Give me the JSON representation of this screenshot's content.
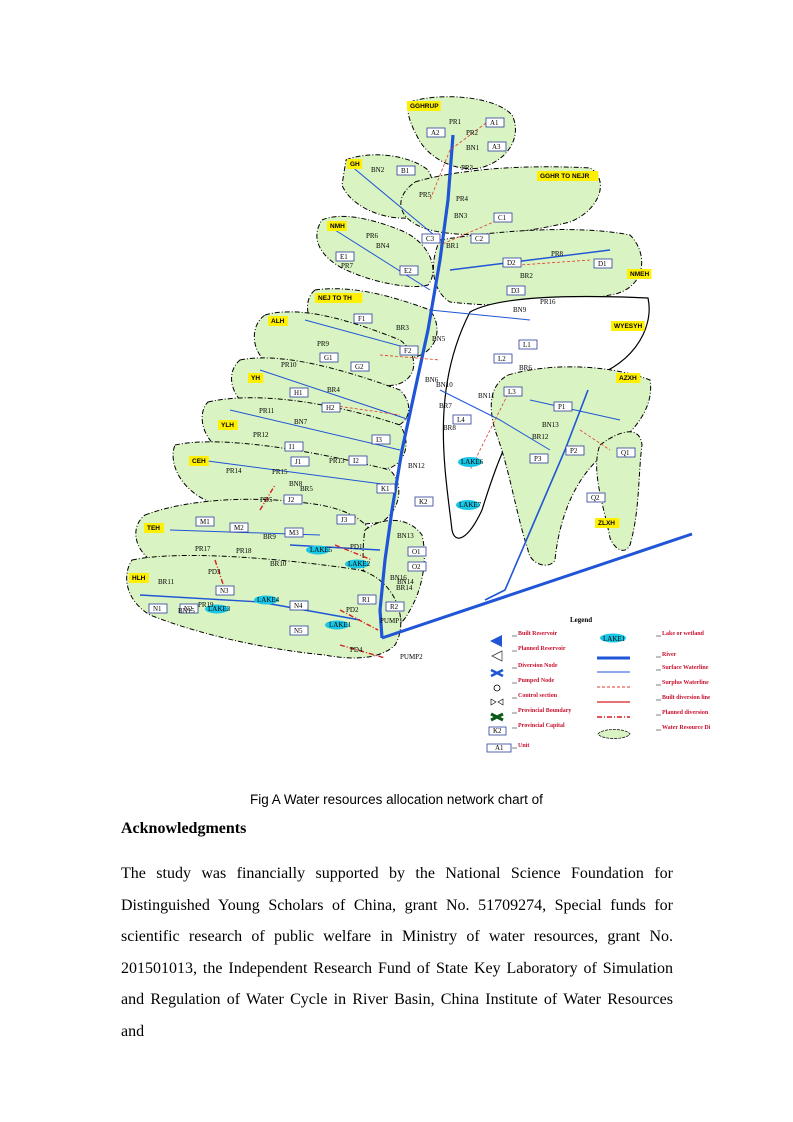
{
  "figure": {
    "regions": [
      "GGHRUP",
      "GH",
      "GGHR TO NEJR",
      "NMH",
      "NMEH",
      "NEJ TO TH",
      "ALH",
      "WYESYH",
      "YH",
      "AZXH",
      "YLH",
      "CEH",
      "TEH",
      "ZLXH",
      "HLH"
    ],
    "units": [
      "A1",
      "A2",
      "A3",
      "B1",
      "C1",
      "C2",
      "C3",
      "D1",
      "D2",
      "D3",
      "E1",
      "E2",
      "F1",
      "F2",
      "G1",
      "G2",
      "H1",
      "H2",
      "I1",
      "I2",
      "I3",
      "J1",
      "J2",
      "J3",
      "K1",
      "K2",
      "L1",
      "L2",
      "L3",
      "L4",
      "M1",
      "M2",
      "M3",
      "N1",
      "N2",
      "N3",
      "N4",
      "N5",
      "O1",
      "O2",
      "P1",
      "P2",
      "P3",
      "Q1",
      "Q2",
      "R1",
      "R2"
    ],
    "nodes": [
      "PR1",
      "PR2",
      "BN1",
      "PR3",
      "BN2",
      "PR4",
      "PR5",
      "BN3",
      "BR1",
      "PR6",
      "BN4",
      "PR7",
      "PR8",
      "BR2",
      "BR3",
      "BN5",
      "PR9",
      "BN9",
      "PR16",
      "BR6",
      "PR10",
      "BR4",
      "BN6",
      "BN10",
      "BR7",
      "BN11",
      "BR8",
      "BR12",
      "BN13",
      "PR11",
      "BN7",
      "PR12",
      "PR13",
      "BN12",
      "PR14",
      "PR15",
      "BN8",
      "BR5",
      "BR9",
      "BN13",
      "BR10",
      "BN14",
      "PR17",
      "PR18",
      "BN16",
      "BR14",
      "BN15",
      "BR11",
      "PR19",
      "PUMP1",
      "PUMP2"
    ],
    "lakes": [
      "LAKE1",
      "LAKE2",
      "LAKE3",
      "LAKE4",
      "LAKE5",
      "LAKE6",
      "LAKE7"
    ],
    "planned_lines": [
      "PD1",
      "PD2",
      "PD3",
      "PD4",
      "PD5"
    ],
    "legend_title": "Legend",
    "legend": [
      {
        "label": "Built Reservoir"
      },
      {
        "label": "Planned Reservoir"
      },
      {
        "label": "Diversion Node"
      },
      {
        "label": "Pumped Node"
      },
      {
        "label": "Control section"
      },
      {
        "label": "Provincial Boundary"
      },
      {
        "label": "Provincial Capital"
      },
      {
        "label": "Unit"
      },
      {
        "label": "Lake or wetland"
      },
      {
        "label": "River"
      },
      {
        "label": "Surface Waterline"
      },
      {
        "label": "Surplus Waterline"
      },
      {
        "label": "Built diversion line"
      },
      {
        "label": "Planned diversion line"
      },
      {
        "label": "Water Resource Division"
      }
    ],
    "legend_samples": {
      "unit": "A1",
      "capital": "K2",
      "lake": "LAKE1"
    },
    "colors": {
      "region_fill": "#d9f3c2",
      "river": "#1f55d6",
      "surplus": "#e03a2a",
      "label_yellow": "#ffef00",
      "lake": "#18c6e6"
    }
  },
  "caption": "Fig A   Water resources allocation network chart of",
  "acknowledgments": {
    "heading": "Acknowledgments",
    "body": "The study was financially supported by the National Science Foundation for Distinguished Young Scholars of China, grant No. 51709274, Special funds for scientific research of public welfare in Ministry of water resources, grant No. 201501013, the Independent Research Fund of State Key Laboratory of Simulation and Regulation of Water Cycle in River Basin, China Institute of Water Resources and"
  }
}
